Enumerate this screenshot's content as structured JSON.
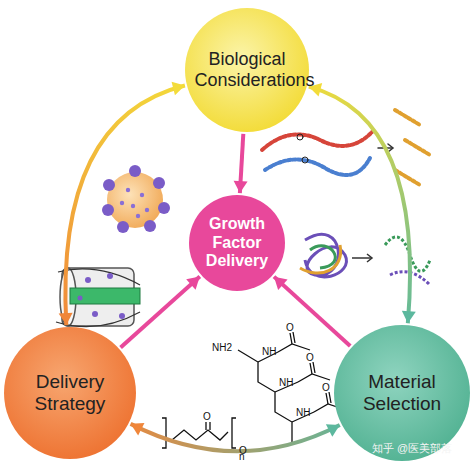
{
  "diagram": {
    "nodes": [
      {
        "text": [
          "Biological Considerations"
        ]
      },
      {
        "text": [
          "Growth Factor Delivery"
        ]
      },
      {
        "text": [
          "Delivery Strategy"
        ]
      },
      {
        "text": [
          "Material Selection"
        ]
      }
    ],
    "edges": [
      {
        "from": 0,
        "to": 2,
        "arrow": "both"
      },
      {
        "from": 0,
        "to": 3,
        "arrow": "both"
      },
      {
        "from": 2,
        "to": 3,
        "arrow": "both"
      },
      {
        "from": 0,
        "to": 1,
        "arrow": "to"
      },
      {
        "from": 2,
        "to": 1,
        "arrow": "to"
      },
      {
        "from": 3,
        "to": 1,
        "arrow": "to"
      }
    ],
    "labels": [
      "NH2",
      "NH",
      "NH",
      "NH",
      "O",
      "O",
      "O",
      "O",
      "O",
      "n",
      "知乎 @医美部落"
    ]
  }
}
